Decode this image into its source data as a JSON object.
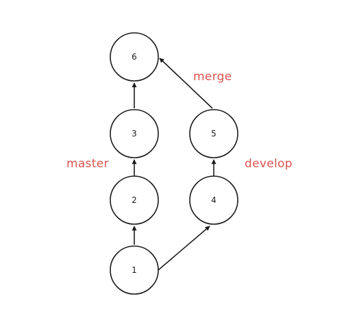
{
  "diagram": {
    "nodes": [
      "1",
      "2",
      "3",
      "4",
      "5",
      "6"
    ],
    "labels": {
      "merge": "merge",
      "master": "master",
      "develop": "develop"
    },
    "colors": {
      "stroke": "#1a1a1a",
      "label": "#d9534f",
      "background": "#ffffff"
    }
  }
}
